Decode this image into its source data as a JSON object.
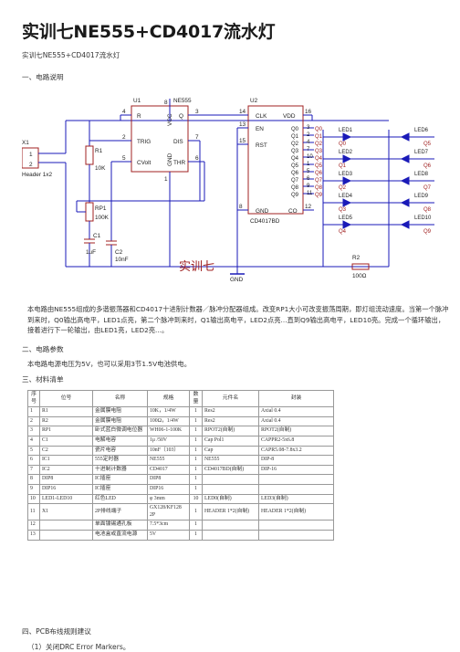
{
  "page": {
    "title": "实训七NE555+CD4017流水灯",
    "subtitle": "实训七NE555+CD4017流水灯",
    "sec1": "一、电路说明",
    "description": "本电路由NE555组成的多谐振荡器和CD4017十进制计数器／脉冲分配器组成。改变RP1大小可改变振荡周期，即灯组流动速度。当第一个脉冲到来时，Q0输出高电平，LED1点亮，第二个脉冲到来时，Q1输出高电平，LED2点亮...直到Q9输出高电平，LED10亮。完成一个循环输出，接着进行下一轮输出，由LED1亮，LED2亮...。",
    "sec2": "二、电路参数",
    "params": "本电路电源电压为5V，也可以采用3节1.5V电池供电。",
    "sec3": "三、材料清单",
    "sec4": "四、PCB布线规则建议",
    "rule1": "（1）关闭DRC Error Markers。"
  },
  "schematic": {
    "x1": "X1",
    "x1_pin1": "1",
    "x1_pin2": "2",
    "x1_name": "Header 1x2",
    "r1": "R1",
    "r1_val": "10K",
    "rp1": "RP1",
    "rp1_val": "100K",
    "c1": "C1",
    "c1_val": "1uF",
    "c2": "C2",
    "c2_val": "10nF",
    "u1": "U1",
    "u1_type": "NE555",
    "u1_r": "R",
    "u1_trig": "TRIG",
    "u1_cvolt": "CVolt",
    "u1_vcc": "VCC",
    "u1_gnd": "GND",
    "u1_q": "Q",
    "u1_dis": "DIS",
    "u1_thr": "THR",
    "u1_p4": "4",
    "u1_p2": "2",
    "u1_p5": "5",
    "u1_p8": "8",
    "u1_p1": "1",
    "u1_p3": "3",
    "u1_p7": "7",
    "u1_p6": "6",
    "u2": "U2",
    "u2_type": "CD4017BD",
    "u2_clk": "CLK",
    "u2_en": "EN",
    "u2_rst": "RST",
    "u2_vdd": "VDD",
    "u2_gnd": "GND",
    "u2_co": "CO",
    "u2_p14": "14",
    "u2_p13": "13",
    "u2_p15": "15",
    "u2_p16": "16",
    "u2_p8": "8",
    "u2_p12": "12",
    "u2_outputs": [
      "Q0",
      "Q1",
      "Q2",
      "Q3",
      "Q4",
      "Q5",
      "Q6",
      "Q7",
      "Q8",
      "Q9"
    ],
    "u2_output_pins": [
      "3",
      "2",
      "4",
      "7",
      "10",
      "1",
      "5",
      "6",
      "9",
      "11"
    ],
    "gnd": "GND",
    "watermark": "实训七",
    "r2": "R2",
    "r2_val": "100Ω",
    "leds_left": [
      {
        "name": "LED1",
        "net": "Q0"
      },
      {
        "name": "LED2",
        "net": "Q1"
      },
      {
        "name": "LED3",
        "net": "Q2"
      },
      {
        "name": "LED4",
        "net": "Q3"
      },
      {
        "name": "LED5",
        "net": "Q4"
      }
    ],
    "leds_right": [
      {
        "name": "LED6",
        "net": "Q5"
      },
      {
        "name": "LED7",
        "net": "Q6"
      },
      {
        "name": "LED8",
        "net": "Q7"
      },
      {
        "name": "LED9",
        "net": "Q8"
      },
      {
        "name": "LED10",
        "net": "Q9"
      }
    ]
  },
  "bom": {
    "header": [
      "序号",
      "位号",
      "名称",
      "规格",
      "数量",
      "元件名",
      "封装"
    ],
    "rows": [
      [
        "1",
        "R1",
        "金属膜电阻",
        "10K，1/4W",
        "1",
        "Res2",
        "Axial 0.4"
      ],
      [
        "2",
        "R2",
        "金属膜电阻",
        "100Ω，1/4W",
        "1",
        "Res2",
        "Axial 0.4"
      ],
      [
        "3",
        "RP1",
        "卧式蓝白微调电位器",
        "WH06-1-100K",
        "1",
        "RPOT2(自制)",
        "RPOT2(自制)"
      ],
      [
        "4",
        "C1",
        "电解电容",
        "1μ /50V",
        "1",
        "Cap Pol1",
        "CAPPR2-5x6.8"
      ],
      [
        "5",
        "C2",
        "瓷片电容",
        "10nF（103）",
        "1",
        "Cap",
        "CAPR5.08-7.8x3.2"
      ],
      [
        "6",
        "IC1",
        "555定时器",
        "NE555",
        "1",
        "NE555",
        "DIP-8"
      ],
      [
        "7",
        "IC2",
        "十进制计数器",
        "CD4017",
        "1",
        "CD4017BD(自制)",
        "DIP-16"
      ],
      [
        "8",
        "DIP8",
        "IC插座",
        "DIP8",
        "1",
        "",
        ""
      ],
      [
        "9",
        "DIP16",
        "IC插座",
        "DIP16",
        "1",
        "",
        ""
      ],
      [
        "10",
        "LED1-LED10",
        "红色LED",
        "φ 3mm",
        "10",
        "LED0(自制)",
        "LED3(自制)"
      ],
      [
        "11",
        "X1",
        "2P排线端子",
        "GX128/KF128 2P",
        "1",
        "HEADER 1*2(自制)",
        "HEADER 1*2(自制)"
      ],
      [
        "12",
        "",
        "单面镀锡通孔板",
        "7.5*3cm",
        "1",
        "",
        ""
      ],
      [
        "13",
        "",
        "电池盒或直流电源",
        "5V",
        "1",
        "",
        ""
      ]
    ]
  },
  "colors": {
    "wire": "#1a1ab8",
    "part": "#a02020",
    "text": "#222222",
    "led": "#1a1ab8"
  }
}
